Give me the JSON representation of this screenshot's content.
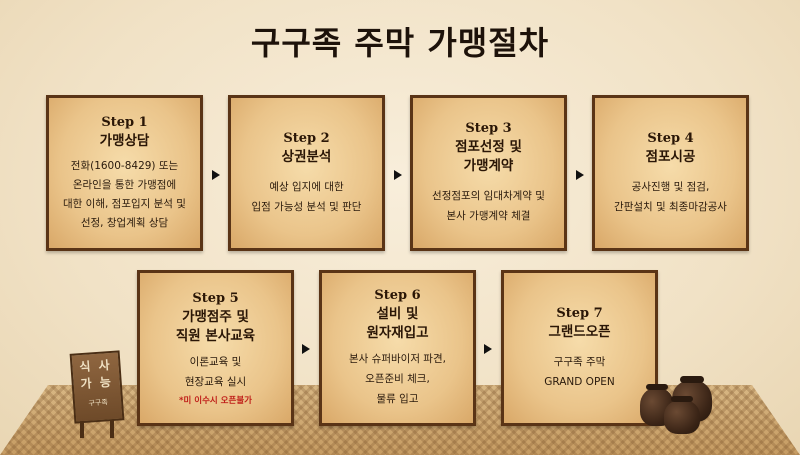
{
  "title": "구구족 주막 가맹절차",
  "steps": [
    {
      "step": "Step 1",
      "name": "가맹상담",
      "desc": "전화(1600-8429) 또는\n온라인을 통한 가맹점에\n대한 이해, 점포입지 분석 및\n선정, 창업계획 상담"
    },
    {
      "step": "Step 2",
      "name": "상권분석",
      "desc": "예상 입지에 대한\n입점 가능성 분석 및 판단"
    },
    {
      "step": "Step 3",
      "name": "점포선정 및\n가맹계약",
      "desc": "선정점포의 임대차계약 및\n본사 가맹계약 체결"
    },
    {
      "step": "Step 4",
      "name": "점포시공",
      "desc": "공사진행 및 점검,\n간판설치 및 최종마감공사"
    },
    {
      "step": "Step 5",
      "name": "가맹점주 및\n직원 본사교육",
      "desc": "이론교육 및\n현장교육 실시",
      "note": "*미 이수시 오픈불가"
    },
    {
      "step": "Step 6",
      "name": "설비 및\n원자재입고",
      "desc": "본사 슈퍼바이저 파견,\n오픈준비 체크,\n물류 입고"
    },
    {
      "step": "Step 7",
      "name": "그랜드오픈",
      "desc": "구구족 주막\nGRAND OPEN"
    }
  ],
  "sign": {
    "text": "식 사\n가 능",
    "sub": "구구족"
  },
  "icons": [
    "arrow-right-icon",
    "jar-icon",
    "signboard-icon"
  ],
  "colors": {
    "card_border": "#5a3416",
    "card_fill": "#eac48a",
    "note": "#c0201a"
  }
}
